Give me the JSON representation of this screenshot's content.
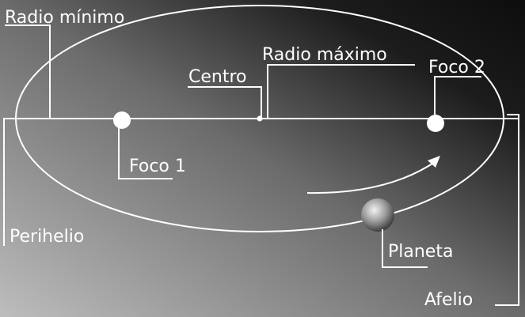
{
  "labels": {
    "min_radius": "Radio mínimo",
    "max_radius": "Radio máximo",
    "center": "Centro",
    "focus1": "Foco 1",
    "focus2": "Foco 2",
    "perihelion": "Perihelio",
    "aphelion": "Afelio",
    "planet": "Planeta"
  },
  "colors": {
    "background_light": "#bdbdbd",
    "background_dark": "#111111",
    "lines": "#ffffff",
    "planet_light": "#f2f2f2",
    "planet_dark": "#555555"
  }
}
